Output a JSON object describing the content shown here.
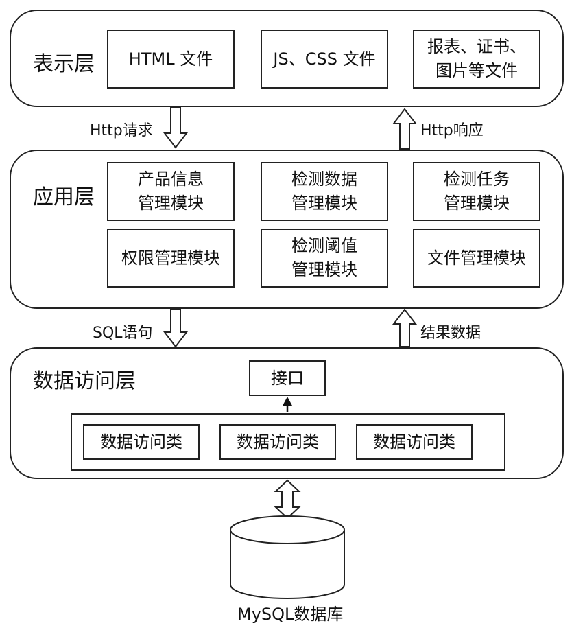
{
  "presentation_layer": {
    "title": "表示层",
    "boxes": [
      {
        "lines": [
          "HTML 文件"
        ]
      },
      {
        "lines": [
          "JS、CSS 文件"
        ]
      },
      {
        "lines": [
          "报表、证书、",
          "图片等文件"
        ]
      }
    ]
  },
  "arrows_top": {
    "request": "Http请求",
    "response": "Http响应"
  },
  "application_layer": {
    "title": "应用层",
    "modules": [
      {
        "lines": [
          "产品信息",
          "管理模块"
        ]
      },
      {
        "lines": [
          "检测数据",
          "管理模块"
        ]
      },
      {
        "lines": [
          "检测任务",
          "管理模块"
        ]
      },
      {
        "lines": [
          "权限管理模块"
        ]
      },
      {
        "lines": [
          "检测阈值",
          "管理模块"
        ]
      },
      {
        "lines": [
          "文件管理模块"
        ]
      }
    ]
  },
  "arrows_bottom": {
    "query": "SQL语句",
    "result": "结果数据"
  },
  "data_access_layer": {
    "title": "数据访问层",
    "interface": "接口",
    "classes": [
      "数据访问类",
      "数据访问类",
      "数据访问类"
    ]
  },
  "database": {
    "label": "MySQL数据库"
  }
}
